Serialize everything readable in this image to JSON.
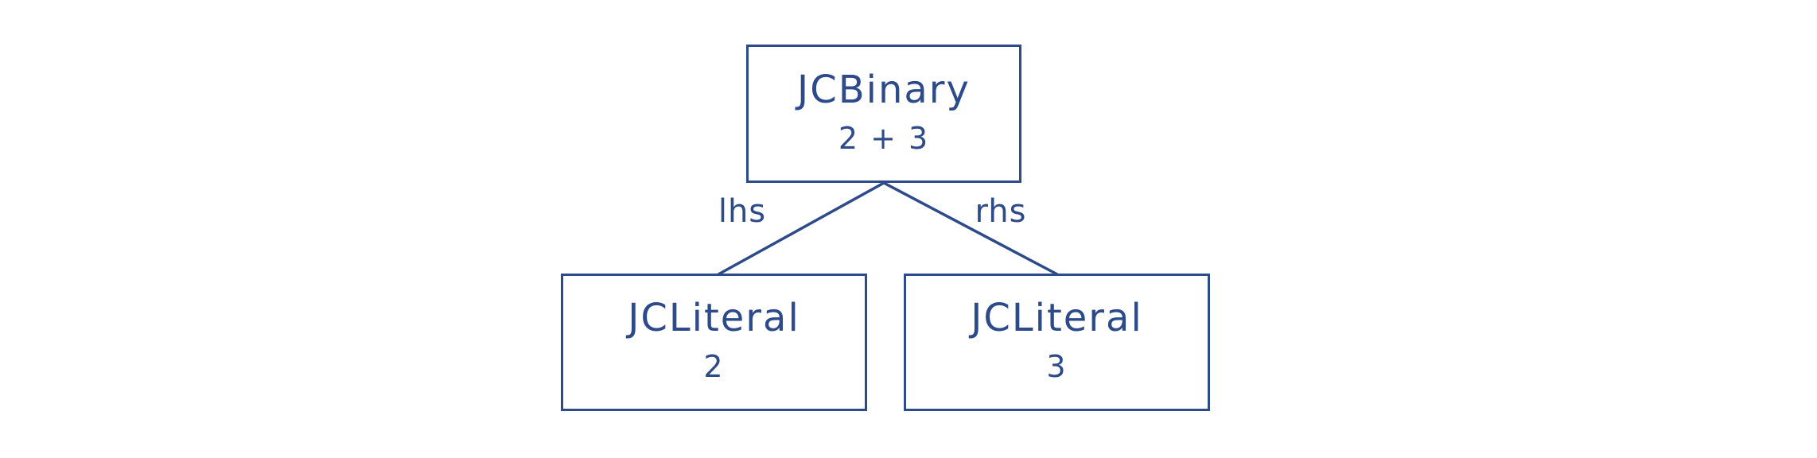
{
  "diagram": {
    "description": "Abstract syntax tree of the expression 2 + 3",
    "colors": {
      "ink": "#2d4a8a",
      "background": "#ffffff"
    },
    "nodes": [
      {
        "id": "root",
        "type_label": "JCBinary",
        "value_label": "2 + 3"
      },
      {
        "id": "left",
        "type_label": "JCLiteral",
        "value_label": "2"
      },
      {
        "id": "right",
        "type_label": "JCLiteral",
        "value_label": "3"
      }
    ],
    "edges": [
      {
        "from": "root",
        "to": "left",
        "label": "lhs"
      },
      {
        "from": "root",
        "to": "right",
        "label": "rhs"
      }
    ]
  }
}
